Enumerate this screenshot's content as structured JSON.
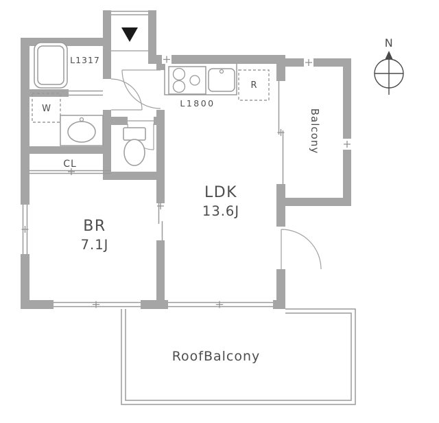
{
  "plan": {
    "compass": {
      "north_label": "N"
    },
    "rooms": {
      "ldk": {
        "name": "LDK",
        "size": "13.6J"
      },
      "br": {
        "name": "BR",
        "size": "7.1J"
      },
      "closet": {
        "label": "CL"
      },
      "balcony": {
        "label": "Balcony"
      },
      "roof_balcony": {
        "label": "RoofBalcony"
      }
    },
    "fixtures": {
      "bathtub": {
        "label": "L1317"
      },
      "kitchen": {
        "label": "L1800"
      },
      "washing_machine": {
        "label": "W"
      },
      "refrigerator": {
        "label": "R"
      }
    },
    "colors": {
      "wall": "#a5a5a5",
      "line": "#9a9a9a",
      "text": "#4d4d4d",
      "entrance_marker": "#1a1a1a"
    }
  }
}
